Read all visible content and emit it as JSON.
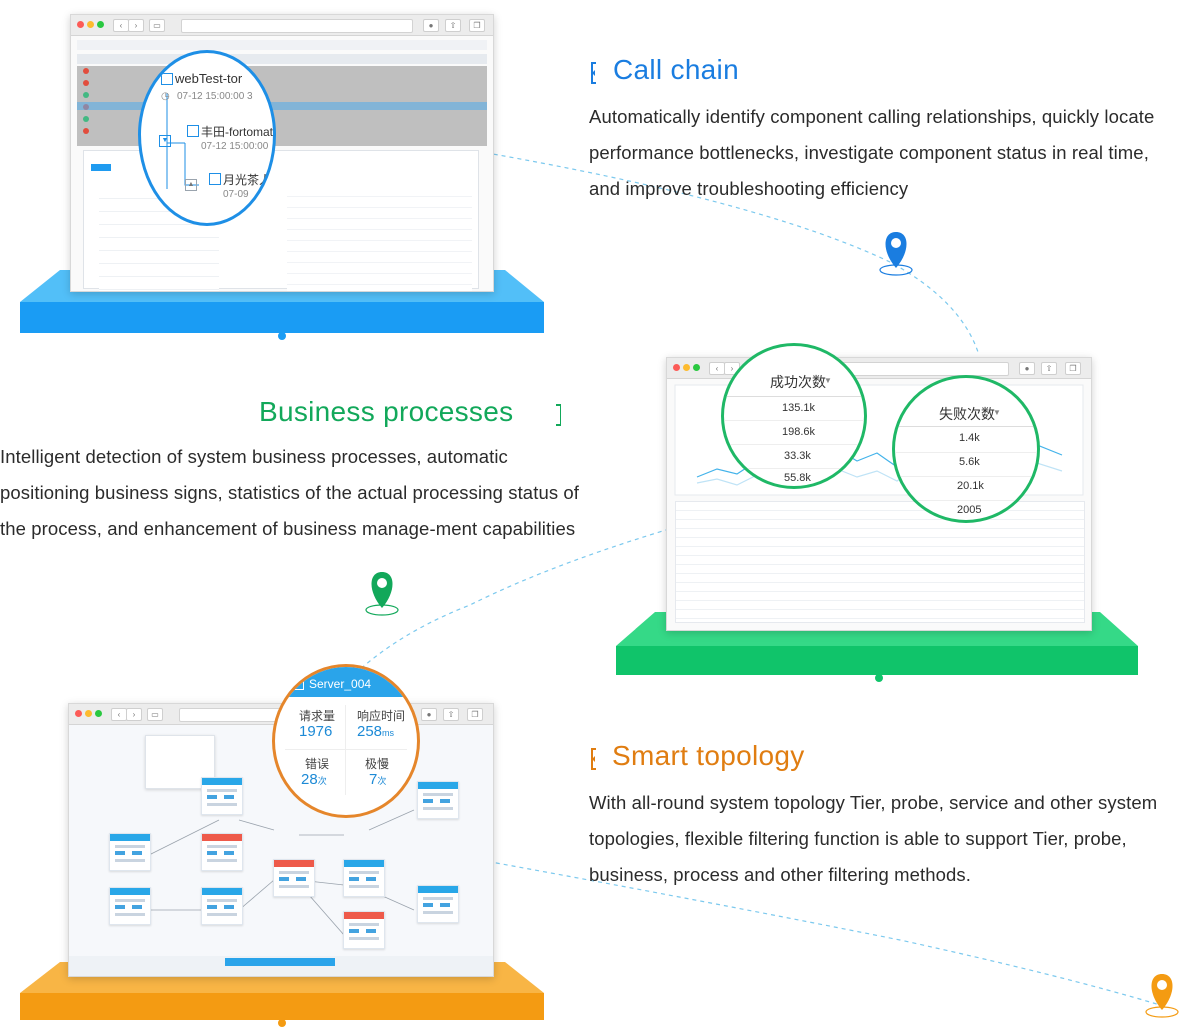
{
  "sections": [
    {
      "id": "call-chain",
      "title": "Call chain",
      "color": "#1a7de0",
      "description": "Automatically identify component calling relationships, quickly locate performance bottlenecks, investigate component status in real time, and improve troubleshooting efficiency"
    },
    {
      "id": "business-processes",
      "title": "Business processes",
      "color": "#12a85a",
      "description": "Intelligent detection of system business processes, automatic positioning business signs, statistics of the actual processing status of the process, and enhancement of business manage-ment capabilities"
    },
    {
      "id": "smart-topology",
      "title": "Smart topology",
      "color": "#e07d11",
      "description": "With all-round system topology Tier, probe, service and other system topologies, flexible filtering function is able to support Tier, probe, business, process and other filtering methods."
    }
  ],
  "call_chain_zoom": {
    "node1_name": "webTest-tor",
    "node1_time": "07-12 15:00:00 3",
    "node2_name": "丰田-fortomat",
    "node2_time": "07-12 15:00:00",
    "node3_name": "月光茶人",
    "node3_time": "07-09"
  },
  "business_zoom": {
    "success_header": "成功次数",
    "success_values": [
      "135.1k",
      "198.6k",
      "33.3k",
      "55.8k"
    ],
    "fail_header": "失败次数",
    "fail_values": [
      "1.4k",
      "5.6k",
      "20.1k",
      "2005"
    ]
  },
  "topology_zoom": {
    "server_name": "Server_004",
    "requests_label": "请求量",
    "requests_value": "1976",
    "response_label": "响应时间",
    "response_value": "258",
    "response_unit": "ms",
    "errors_label": "错误",
    "errors_value": "28",
    "errors_unit": "次",
    "slow_label": "极慢",
    "slow_value": "7",
    "slow_unit": "次"
  },
  "colors": {
    "blue": "#1a7de0",
    "green": "#12a85a",
    "orange": "#e07d11",
    "blue_platform": "#1a9cf4",
    "green_platform": "#10c46a",
    "orange_platform": "#f49b12"
  },
  "icons": [
    "location-pin-icon",
    "server-list-icon",
    "clock-icon",
    "bracket-marker-icon"
  ]
}
